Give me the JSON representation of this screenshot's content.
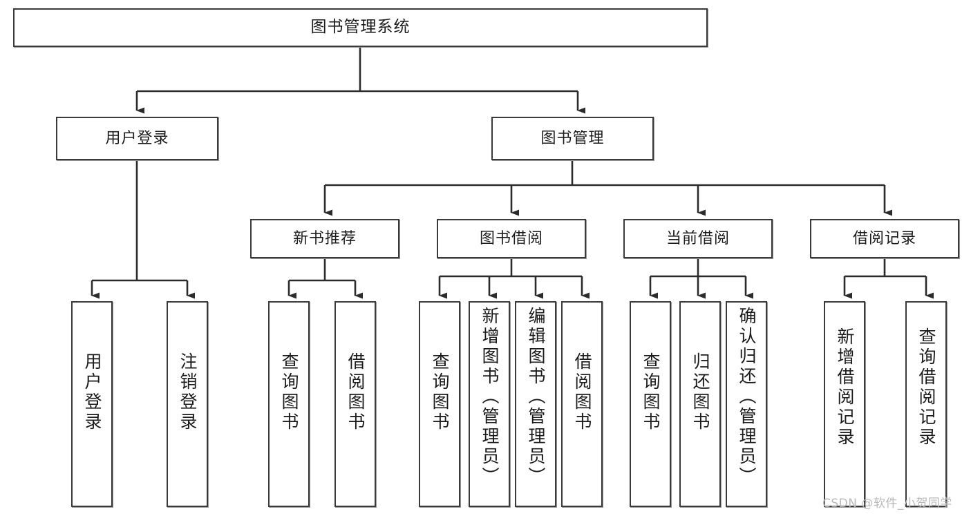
{
  "diagram": {
    "title": "图书管理系统",
    "watermark": "CSDN @软件_小贺同学",
    "colors": {
      "box_border": "#3a3a3a",
      "box_fill": "#ffffff",
      "line": "#2b2b2b",
      "text": "#1b1b1b",
      "watermark": "#b9b9b9"
    }
  },
  "root": {
    "label": "图书管理系统"
  },
  "level2": [
    {
      "label": "用户登录"
    },
    {
      "label": "图书管理"
    }
  ],
  "level3": [
    {
      "label": "新书推荐"
    },
    {
      "label": "图书借阅"
    },
    {
      "label": "当前借阅"
    },
    {
      "label": "借阅记录"
    }
  ],
  "leaves": {
    "user_login": [
      {
        "label": "用户登录"
      },
      {
        "label": "注销登录"
      }
    ],
    "new_book": [
      {
        "label": "查询图书"
      },
      {
        "label": "借阅图书"
      }
    ],
    "book_borrow": [
      {
        "label": "查询图书"
      },
      {
        "label": "新增图书（管理员）"
      },
      {
        "label": "编辑图书（管理员）"
      },
      {
        "label": "借阅图书"
      }
    ],
    "current_borrow": [
      {
        "label": "查询图书"
      },
      {
        "label": "归还图书"
      },
      {
        "label": "确认归还（管理员）"
      }
    ],
    "borrow_record": [
      {
        "label": "新增借阅记录"
      },
      {
        "label": "查询借阅记录"
      }
    ]
  }
}
